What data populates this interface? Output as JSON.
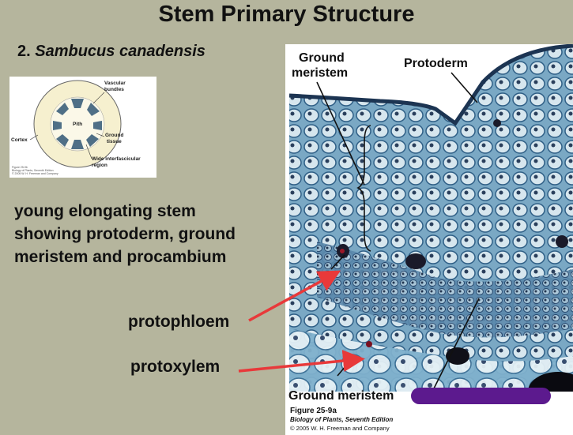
{
  "slide": {
    "title": "Stem Primary Structure",
    "subtitle_number": "2.",
    "subtitle_species": "Sambucus canadensis",
    "body_lines": [
      "young elongating stem",
      "showing protoderm, ground",
      "meristem and procambium"
    ],
    "labels": {
      "protophloem": "protophloem",
      "protoxylem": "protoxylem"
    }
  },
  "diagram": {
    "vascular_bundles": "Vascular",
    "vascular_bundles_2": "bundles",
    "pith": "Pith",
    "cortex": "Cortex",
    "ground_tissue": "Ground",
    "ground_tissue_2": "tissue",
    "wide_interfascicular": "Wide interfascicular",
    "region": "region",
    "fig_ref": "Figure 25-9b",
    "fig_book": "Biology of Plants, Seventh Edition",
    "fig_copy": "© 2005 W. H. Freeman and Company"
  },
  "micrograph": {
    "ground_meristem_line1": "Ground",
    "ground_meristem_line2": "meristem",
    "protoderm": "Protoderm",
    "ground_meristem_bottom": "Ground meristem",
    "caption_figure": "Figure 25-9a",
    "caption_book": "Biology of Plants, Seventh Edition",
    "caption_copyright": "© 2005 W. H. Freeman and Company"
  },
  "colors": {
    "background": "#b5b59d",
    "arrow_red": "#e8393a",
    "redaction": "#5c1a8e",
    "tissue_blue": "#6b9fc0"
  }
}
